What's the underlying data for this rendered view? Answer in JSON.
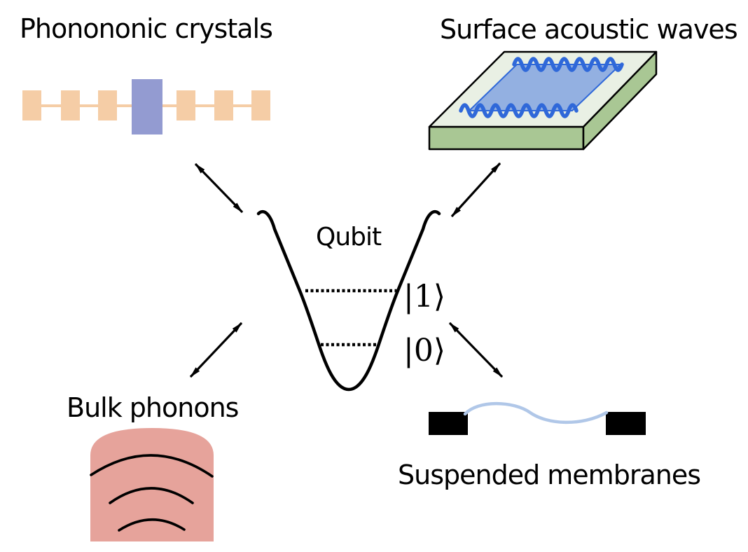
{
  "labels": {
    "phononic_crystals": "Phonononic crystals",
    "surface_acoustic_waves": "Surface acoustic waves",
    "qubit": "Qubit",
    "bulk_phonons": "Bulk phonons",
    "suspended_membranes": "Suspended membranes",
    "ket_1": "|1⟩",
    "ket_0": "|0⟩"
  },
  "colors": {
    "background": "#ffffff",
    "text": "#000000",
    "line": "#000000",
    "crystal_cell": "#f5cda6",
    "crystal_defect": "#939bd1",
    "slab_top": "#e9f0e4",
    "slab_side": "#a9c794",
    "slab_outline": "#000000",
    "saw_fill": "#8aa8e0",
    "saw_wave": "#2f68d9",
    "bulk_material": "#e6a39b",
    "membrane_anchor": "#000000",
    "membrane": "#b0c7e8"
  }
}
